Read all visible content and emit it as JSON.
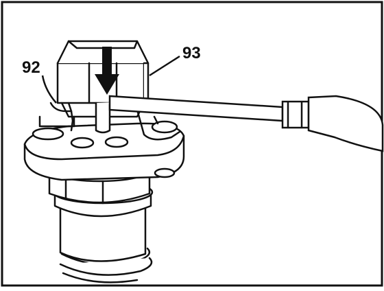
{
  "figure": {
    "callouts": [
      {
        "id": "connector",
        "label": "92"
      },
      {
        "id": "retaining-clip",
        "label": "93"
      }
    ],
    "colors": {
      "ink": "#111111",
      "paper": "#ffffff",
      "shade": "#d9d9d9"
    }
  }
}
